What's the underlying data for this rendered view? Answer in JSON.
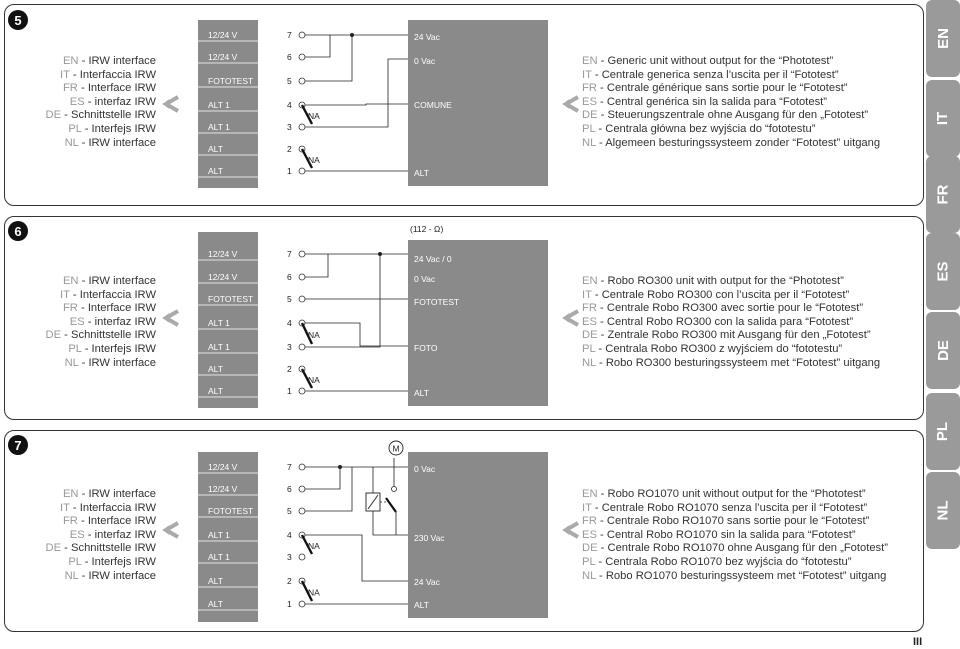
{
  "panels": [
    {
      "number": "5",
      "interface_lines": [
        {
          "code": "EN",
          "text": "IRW interface"
        },
        {
          "code": "IT",
          "text": "Interfaccia IRW"
        },
        {
          "code": "FR",
          "text": "Interface IRW"
        },
        {
          "code": "ES",
          "text": "interfaz IRW"
        },
        {
          "code": "DE",
          "text": "Schnittstelle IRW"
        },
        {
          "code": "PL",
          "text": "Interfejs IRW"
        },
        {
          "code": "NL",
          "text": "IRW interface"
        }
      ],
      "terminals": [
        "12/24 V",
        "12/24 V",
        "FOTOTEST",
        "ALT 1",
        "ALT 1",
        "ALT",
        "ALT"
      ],
      "terminal_numbers": [
        "7",
        "6",
        "5",
        "4",
        "3",
        "2",
        "1"
      ],
      "na_label": "NA",
      "unit_header": "",
      "unit_labels": [
        "24 Vac",
        "0 Vac",
        "COMUNE",
        "ALT"
      ],
      "description_lines": [
        {
          "code": "EN",
          "text": "Generic unit without output for the “Phototest”"
        },
        {
          "code": "IT",
          "text": "Centrale generica senza l’uscita per il “Fototest”"
        },
        {
          "code": "FR",
          "text": "Centrale générique sans sortie pour le “Fototest”"
        },
        {
          "code": "ES",
          "text": "Central genérica sin la salida para “Fototest”"
        },
        {
          "code": "DE",
          "text": "Steuerungszentrale ohne Ausgang für den „Fototest”"
        },
        {
          "code": "PL",
          "text": "Centrala główna bez wyjścia do “fototestu”"
        },
        {
          "code": "NL",
          "text": "Algemeen besturingssysteem zonder “Fototest” uitgang"
        }
      ]
    },
    {
      "number": "6",
      "interface_lines": [
        {
          "code": "EN",
          "text": "IRW interface"
        },
        {
          "code": "IT",
          "text": "Interfaccia IRW"
        },
        {
          "code": "FR",
          "text": "Interface IRW"
        },
        {
          "code": "ES",
          "text": "interfaz IRW"
        },
        {
          "code": "DE",
          "text": "Schnittstelle IRW"
        },
        {
          "code": "PL",
          "text": "Interfejs IRW"
        },
        {
          "code": "NL",
          "text": "IRW interface"
        }
      ],
      "terminals": [
        "12/24 V",
        "12/24 V",
        "FOTOTEST",
        "ALT 1",
        "ALT 1",
        "ALT",
        "ALT"
      ],
      "terminal_numbers": [
        "7",
        "6",
        "5",
        "4",
        "3",
        "2",
        "1"
      ],
      "na_label": "NA",
      "unit_header": "(112 - Ω)",
      "unit_labels": [
        "24 Vac / 0",
        "0 Vac",
        "FOTOTEST",
        "FOTO",
        "ALT"
      ],
      "description_lines": [
        {
          "code": "EN",
          "text": "Robo RO300 unit with output for the “Phototest”"
        },
        {
          "code": "IT",
          "text": "Centrale Robo RO300 con l’uscita per il “Fototest”"
        },
        {
          "code": "FR",
          "text": "Centrale Robo RO300 avec sortie pour le “Fototest”"
        },
        {
          "code": "ES",
          "text": "Central Robo RO300 con la salida para “Fototest”"
        },
        {
          "code": "DE",
          "text": "Zentrale Robo RO300 mit Ausgang für den „Fototest”"
        },
        {
          "code": "PL",
          "text": "Centrala Robo RO300 z wyjściem do “fototestu”"
        },
        {
          "code": "NL",
          "text": "Robo RO300 besturingssysteem met “Fototest” uitgang"
        }
      ]
    },
    {
      "number": "7",
      "interface_lines": [
        {
          "code": "EN",
          "text": "IRW interface"
        },
        {
          "code": "IT",
          "text": "Interfaccia IRW"
        },
        {
          "code": "FR",
          "text": "Interface IRW"
        },
        {
          "code": "ES",
          "text": "interfaz IRW"
        },
        {
          "code": "DE",
          "text": "Schnittstelle IRW"
        },
        {
          "code": "PL",
          "text": "Interfejs IRW"
        },
        {
          "code": "NL",
          "text": "IRW interface"
        }
      ],
      "terminals": [
        "12/24 V",
        "12/24 V",
        "FOTOTEST",
        "ALT 1",
        "ALT 1",
        "ALT",
        "ALT"
      ],
      "terminal_numbers": [
        "7",
        "6",
        "5",
        "4",
        "3",
        "2",
        "1"
      ],
      "na_label": "NA",
      "motor_label": "M",
      "unit_header": "",
      "unit_labels": [
        "0 Vac",
        "230 Vac",
        "24 Vac",
        "ALT"
      ],
      "description_lines": [
        {
          "code": "EN",
          "text": "Robo RO1070 unit without output for the “Phototest”"
        },
        {
          "code": "IT",
          "text": "Centrale Robo RO1070 senza l’uscita per il “Fototest”"
        },
        {
          "code": "FR",
          "text": "Centrale Robo RO1070 sans sortie pour le “Fototest”"
        },
        {
          "code": "ES",
          "text": "Central Robo RO1070 sin la salida para “Fototest”"
        },
        {
          "code": "DE",
          "text": "Centrale Robo RO1070 ohne Ausgang für den „Fototest”"
        },
        {
          "code": "PL",
          "text": "Centrala Robo RO1070 bez wyjścia do “fototestu”"
        },
        {
          "code": "NL",
          "text": "Robo RO1070 besturingssysteem met “Fototest” uitgang"
        }
      ]
    }
  ],
  "language_tabs": [
    "EN",
    "IT",
    "FR",
    "ES",
    "DE",
    "PL",
    "NL"
  ],
  "page_number": "III",
  "colors": {
    "tab": "#9a9a9a",
    "unit_box": "#8a8a8a",
    "terminal_block": "#8a8a8a",
    "arrow": "#aaaaaa"
  }
}
